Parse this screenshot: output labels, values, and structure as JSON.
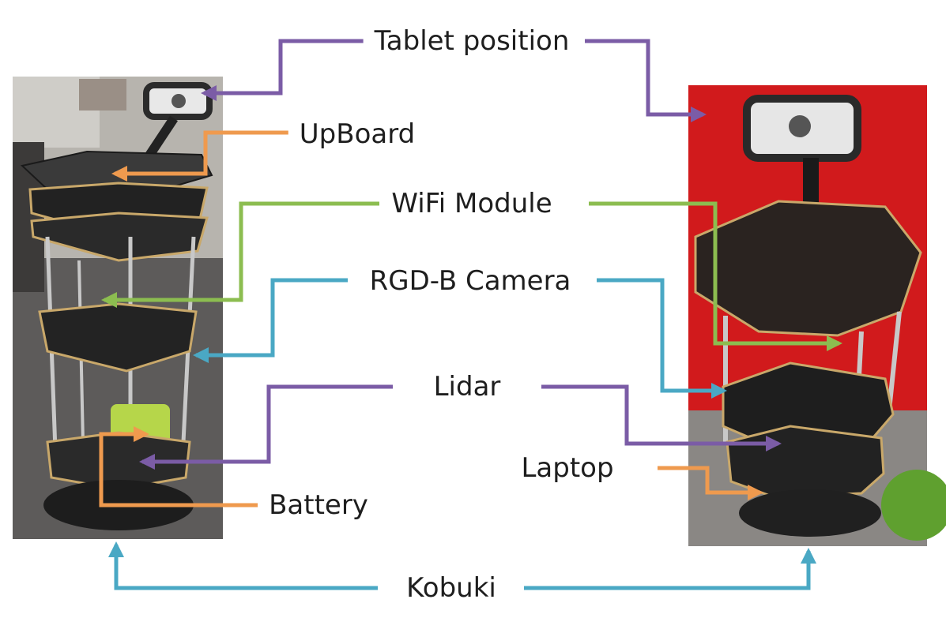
{
  "labels": {
    "tablet_position": "Tablet position",
    "upboard": "UpBoard",
    "wifi_module": "WiFi Module",
    "rgbd_camera": "RGD-B Camera",
    "lidar": "Lidar",
    "laptop": "Laptop",
    "battery": "Battery",
    "kobuki": "Kobuki"
  },
  "colors": {
    "purple": "#7b5ca6",
    "orange": "#ef9a4e",
    "green": "#8cbd50",
    "teal": "#4aa8c4",
    "red_background": "#d11a1c"
  },
  "photos": {
    "left": "TurtleBot robot with tablet mount photographed in an office",
    "right": "TurtleBot robot with tablet mount photographed against a red wall"
  }
}
